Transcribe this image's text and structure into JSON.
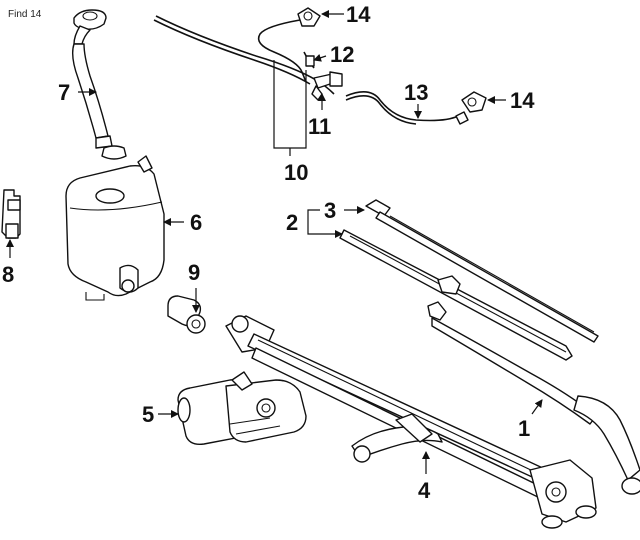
{
  "header": {
    "find_label": "Find 14"
  },
  "callouts": {
    "c1": "1",
    "c2": "2",
    "c3": "3",
    "c4": "4",
    "c5": "5",
    "c6": "6",
    "c7": "7",
    "c8": "8",
    "c9": "9",
    "c10": "10",
    "c11": "11",
    "c12": "12",
    "c13": "13",
    "c14a": "14",
    "c14b": "14"
  }
}
